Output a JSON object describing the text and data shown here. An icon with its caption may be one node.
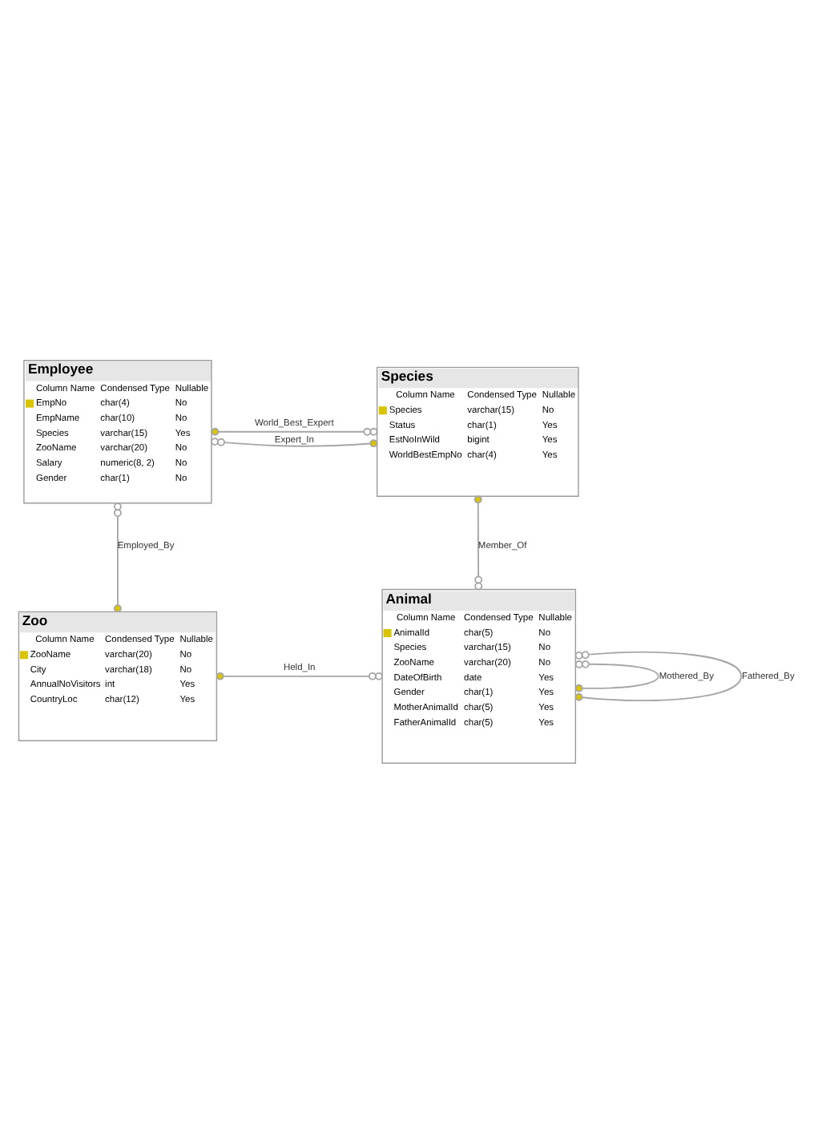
{
  "diagram": {
    "nodes": [
      {
        "text": [
          "Employee",
          "Column Name",
          "Condensed Type",
          "Nullable",
          "EmpNo",
          "char(4)",
          "No",
          "EmpName",
          "char(10)",
          "No",
          "Species",
          "varchar(15)",
          "Yes",
          "ZooName",
          "varchar(20)",
          "No",
          "Salary",
          "numeric(8, 2)",
          "No",
          "Gender",
          "char(1)",
          "No"
        ]
      },
      {
        "text": [
          "Species",
          "Column Name",
          "Condensed Type",
          "Nullable",
          "Species",
          "varchar(15)",
          "No",
          "Status",
          "char(1)",
          "Yes",
          "EstNoInWild",
          "bigint",
          "Yes",
          "WorldBestEmpNo",
          "char(4)",
          "Yes"
        ]
      },
      {
        "text": [
          "Zoo",
          "Column Name",
          "Condensed Type",
          "Nullable",
          "ZooName",
          "varchar(20)",
          "No",
          "City",
          "varchar(18)",
          "No",
          "AnnualNoVisitors",
          "int",
          "Yes",
          "CountryLoc",
          "char(12)",
          "Yes"
        ]
      },
      {
        "text": [
          "Animal",
          "Column Name",
          "Condensed Type",
          "Nullable",
          "AnimalId",
          "char(5)",
          "No",
          "Species",
          "varchar(15)",
          "No",
          "ZooName",
          "varchar(20)",
          "No",
          "DateOfBirth",
          "date",
          "Yes",
          "Gender",
          "char(1)",
          "Yes",
          "MotherAnimalId",
          "char(5)",
          "Yes",
          "FatherAnimalId",
          "char(5)",
          "Yes"
        ]
      }
    ],
    "edges": [
      {
        "from": 0,
        "to": 1,
        "arrow": "other",
        "label": "Expert_In"
      },
      {
        "from": 1,
        "to": 0,
        "arrow": "other",
        "label": "World_Best_Expert"
      },
      {
        "from": 0,
        "to": 2,
        "arrow": "other",
        "label": "Employed_By"
      },
      {
        "from": 3,
        "to": 1,
        "arrow": "other",
        "label": "Member_Of"
      },
      {
        "from": 3,
        "to": 2,
        "arrow": "other",
        "label": "Held_In"
      },
      {
        "from": 3,
        "to": 3,
        "arrow": "other",
        "label": "Mothered_By"
      },
      {
        "from": 3,
        "to": 3,
        "arrow": "other",
        "label": "Fathered_By"
      }
    ]
  }
}
